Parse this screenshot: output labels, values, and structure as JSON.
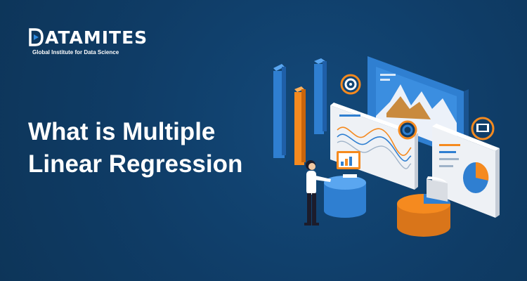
{
  "brand": {
    "name": "ATAMITES",
    "tagline": "Global Institute for Data Science"
  },
  "headline": {
    "line1": "What is Multiple",
    "line2": "Linear Regression"
  },
  "colors": {
    "background": "#0f3c66",
    "accent_blue": "#2f7fd1",
    "accent_orange": "#f58a1f",
    "panel_white": "#eef1f5"
  },
  "icons": [
    "gear-icon",
    "monitor-icon",
    "pie-chart-icon",
    "person-icon"
  ]
}
